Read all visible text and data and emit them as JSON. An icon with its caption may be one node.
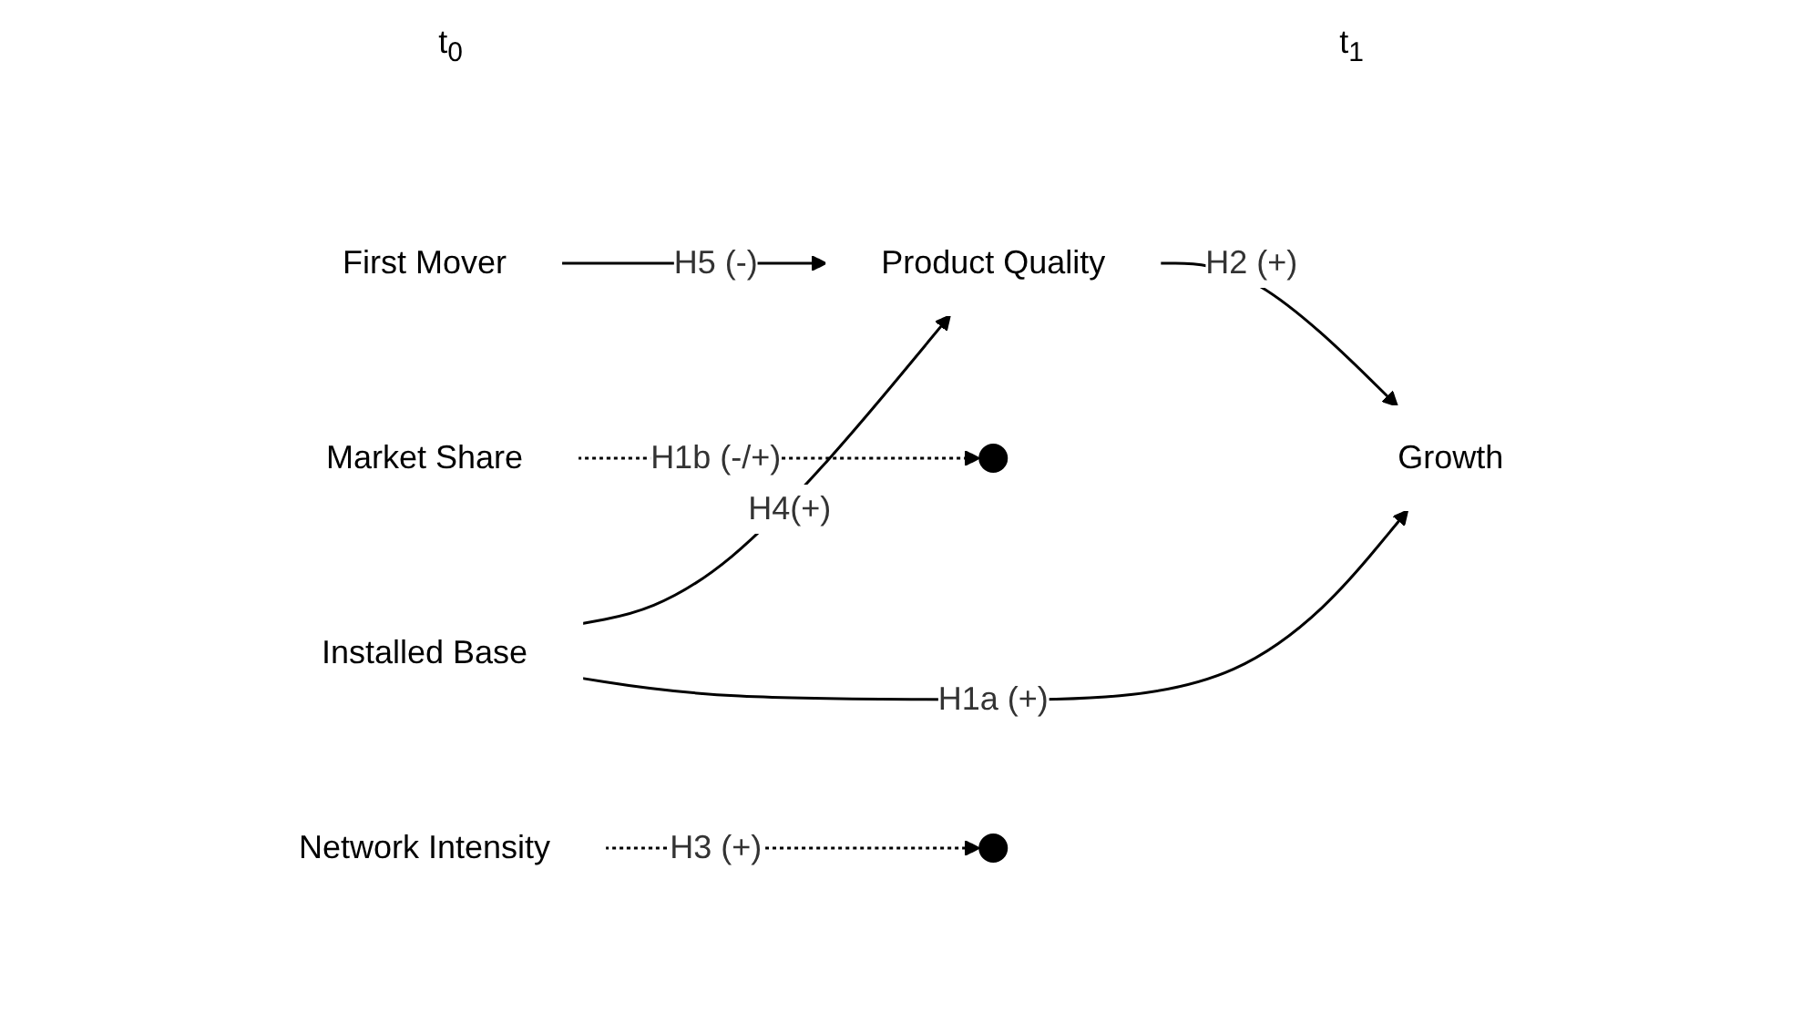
{
  "diagram": {
    "nodes": [
      {
        "text": [
          "First Mover"
        ]
      },
      {
        "text": [
          "Product Quality"
        ]
      },
      {
        "text": [
          "Installed Base"
        ]
      },
      {
        "text": [
          "Growth"
        ]
      },
      {
        "text": [
          "Market Share"
        ]
      },
      {
        "text": [
          "Network Intensity"
        ]
      }
    ],
    "edges": [
      {
        "from": 0,
        "to": 1,
        "arrow": "to",
        "label": "H5 (-)"
      },
      {
        "from": 1,
        "to": 3,
        "arrow": "to",
        "label": "H2 (+)"
      },
      {
        "from": 2,
        "to": 1,
        "arrow": "to",
        "label": "H4(+)"
      },
      {
        "from": 2,
        "to": 3,
        "arrow": "to",
        "label": "H1a (+)"
      },
      {
        "from": 4,
        "to": null,
        "arrow": "to",
        "label": "H1b (-/+)",
        "style": "dashed"
      },
      {
        "from": 5,
        "to": null,
        "arrow": "to",
        "label": "H3 (+)",
        "style": "dashed"
      }
    ],
    "labels": [
      "t$_{0}$",
      "t$_{1}$"
    ]
  }
}
